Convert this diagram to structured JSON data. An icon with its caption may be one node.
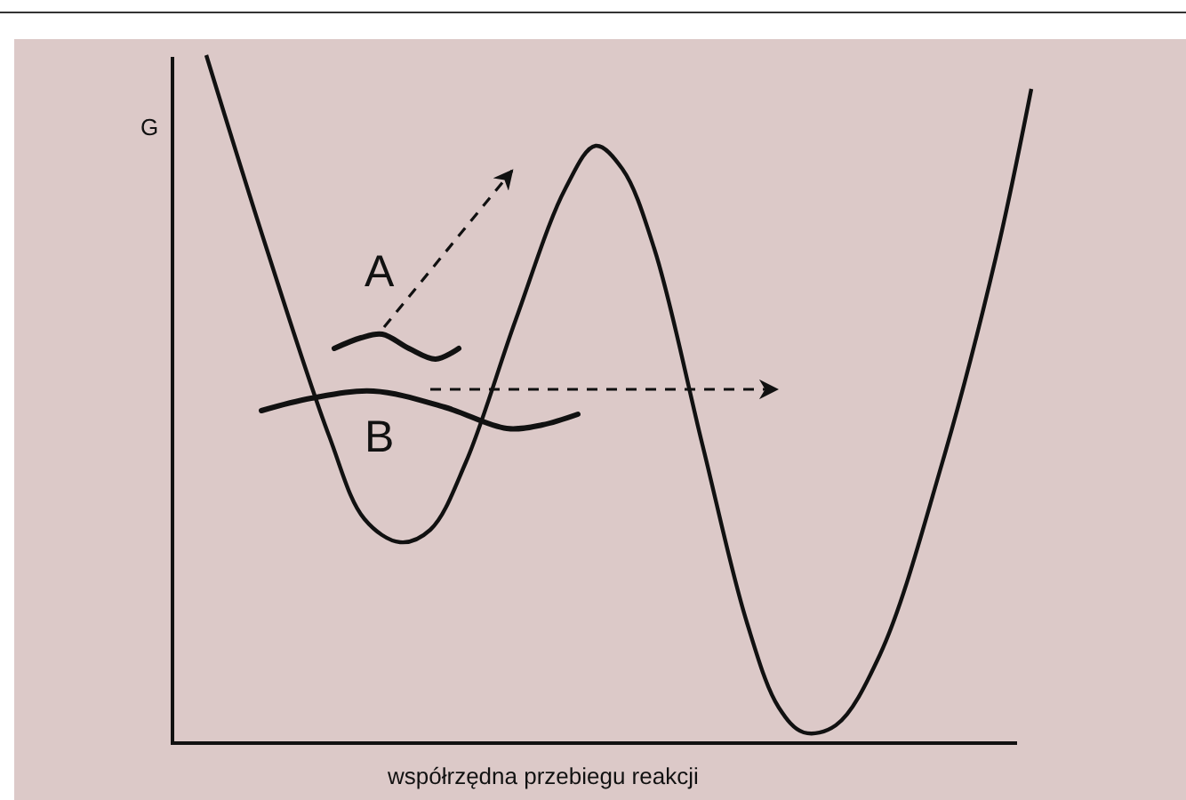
{
  "diagram": {
    "nodes": [
      {
        "text": [],
        "shape": "wave"
      },
      {
        "text": [],
        "shape": "wave"
      }
    ],
    "edges": [
      {
        "from": 0,
        "to": null,
        "arrow": "to",
        "style": "dashed"
      },
      {
        "from": 1,
        "to": null,
        "arrow": "to",
        "style": "dashed"
      }
    ],
    "labels": [
      "G",
      "A",
      "B",
      "współrzędna przebiegu reakcji"
    ]
  }
}
